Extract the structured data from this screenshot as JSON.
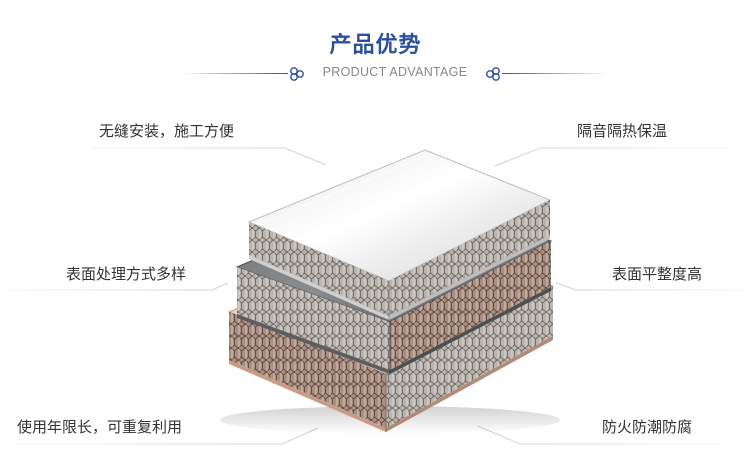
{
  "header": {
    "title": "产品优势",
    "subtitle": "PRODUCT ADVANTAGE",
    "accent_color": "#2c4f9e"
  },
  "features": {
    "top_left": "无缝安装，施工方便",
    "top_right": "隔音隔热保温",
    "mid_left": "表面处理方式多样",
    "mid_right": "表面平整度高",
    "bottom_left": "使用年限长，可重复利用",
    "bottom_right": "防火防潮防腐"
  },
  "illustration": {
    "subject": "honeycomb-panel-stack",
    "layers": [
      "silver-panel",
      "dark-grey-panel",
      "rose-gold-panel"
    ]
  }
}
